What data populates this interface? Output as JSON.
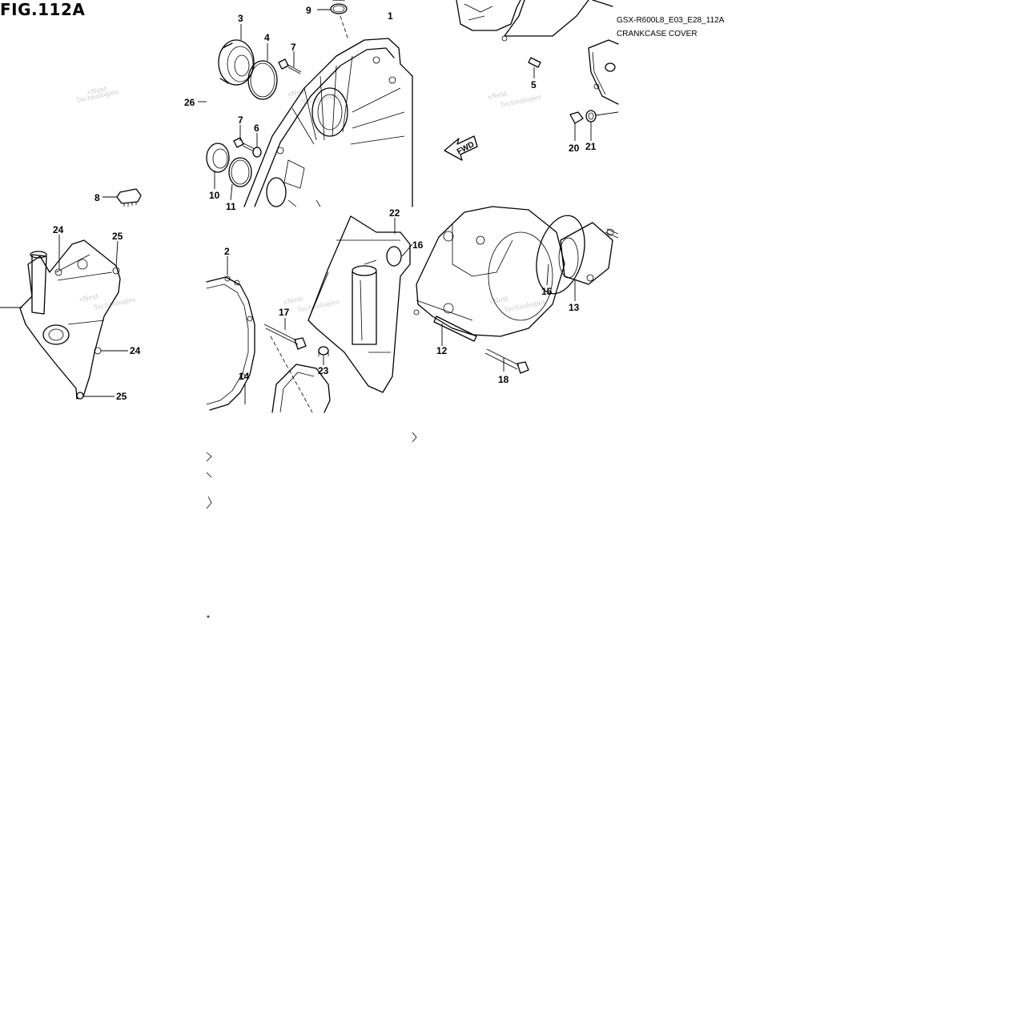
{
  "figure": {
    "title": "FIG.112A",
    "code": "GSX-R600L8_E03_E28_112A",
    "name": "CRANKCASE COVER"
  },
  "watermark": {
    "line1": "vNext",
    "line2": "Technologies"
  },
  "fwd_label": "FWD",
  "callouts": [
    {
      "id": "c1",
      "label": "1"
    },
    {
      "id": "c2",
      "label": "2"
    },
    {
      "id": "c3",
      "label": "3"
    },
    {
      "id": "c4",
      "label": "4"
    },
    {
      "id": "c5",
      "label": "5"
    },
    {
      "id": "c6",
      "label": "6"
    },
    {
      "id": "c7a",
      "label": "7"
    },
    {
      "id": "c7b",
      "label": "7"
    },
    {
      "id": "c8",
      "label": "8"
    },
    {
      "id": "c9",
      "label": "9"
    },
    {
      "id": "c10",
      "label": "10"
    },
    {
      "id": "c11",
      "label": "11"
    },
    {
      "id": "c12",
      "label": "12"
    },
    {
      "id": "c13",
      "label": "13"
    },
    {
      "id": "c14",
      "label": "14"
    },
    {
      "id": "c15",
      "label": "15"
    },
    {
      "id": "c16",
      "label": "16"
    },
    {
      "id": "c17",
      "label": "17"
    },
    {
      "id": "c18",
      "label": "18"
    },
    {
      "id": "c20",
      "label": "20"
    },
    {
      "id": "c21",
      "label": "21"
    },
    {
      "id": "c22",
      "label": "22"
    },
    {
      "id": "c23",
      "label": "23"
    },
    {
      "id": "c24a",
      "label": "24"
    },
    {
      "id": "c24b",
      "label": "24"
    },
    {
      "id": "c25a",
      "label": "25"
    },
    {
      "id": "c25b",
      "label": "25"
    },
    {
      "id": "c26",
      "label": "26"
    }
  ]
}
